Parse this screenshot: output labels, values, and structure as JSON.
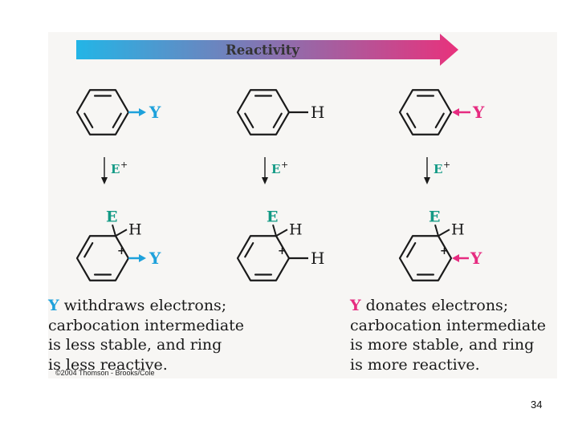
{
  "colors": {
    "arrow_start": "#23b5e6",
    "arrow_end": "#e8327c",
    "withdraw": "#1ea1db",
    "donate": "#e62b80",
    "electrophile": "#139a85",
    "ink": "#1a1a1a"
  },
  "header_arrow": {
    "label": "Reactivity"
  },
  "reagent": {
    "label": "E",
    "charge": "+"
  },
  "columns": [
    {
      "substituent": "Y",
      "substituent_role": "withdrawing",
      "intermediate": {
        "electrophile": "E",
        "hydrogen": "H",
        "charge": "+",
        "ring_substituent": "Y"
      }
    },
    {
      "substituent": "H",
      "substituent_role": "none",
      "intermediate": {
        "electrophile": "E",
        "hydrogen": "H",
        "charge": "+",
        "ring_substituent": "H"
      }
    },
    {
      "substituent": "Y",
      "substituent_role": "donating",
      "intermediate": {
        "electrophile": "E",
        "hydrogen": "H",
        "charge": "+",
        "ring_substituent": "Y"
      }
    }
  ],
  "captions": {
    "left": {
      "key": "Y",
      "first": " withdraws electrons;",
      "lines": [
        "carbocation intermediate",
        "is less stable, and ring",
        "is less reactive."
      ]
    },
    "right": {
      "key": "Y",
      "first": " donates electrons;",
      "lines": [
        "carbocation intermediate",
        "is more stable, and ring",
        "is more reactive."
      ]
    }
  },
  "copyright": "©2004 Thomson - Brooks/Cole",
  "page_number": "34"
}
